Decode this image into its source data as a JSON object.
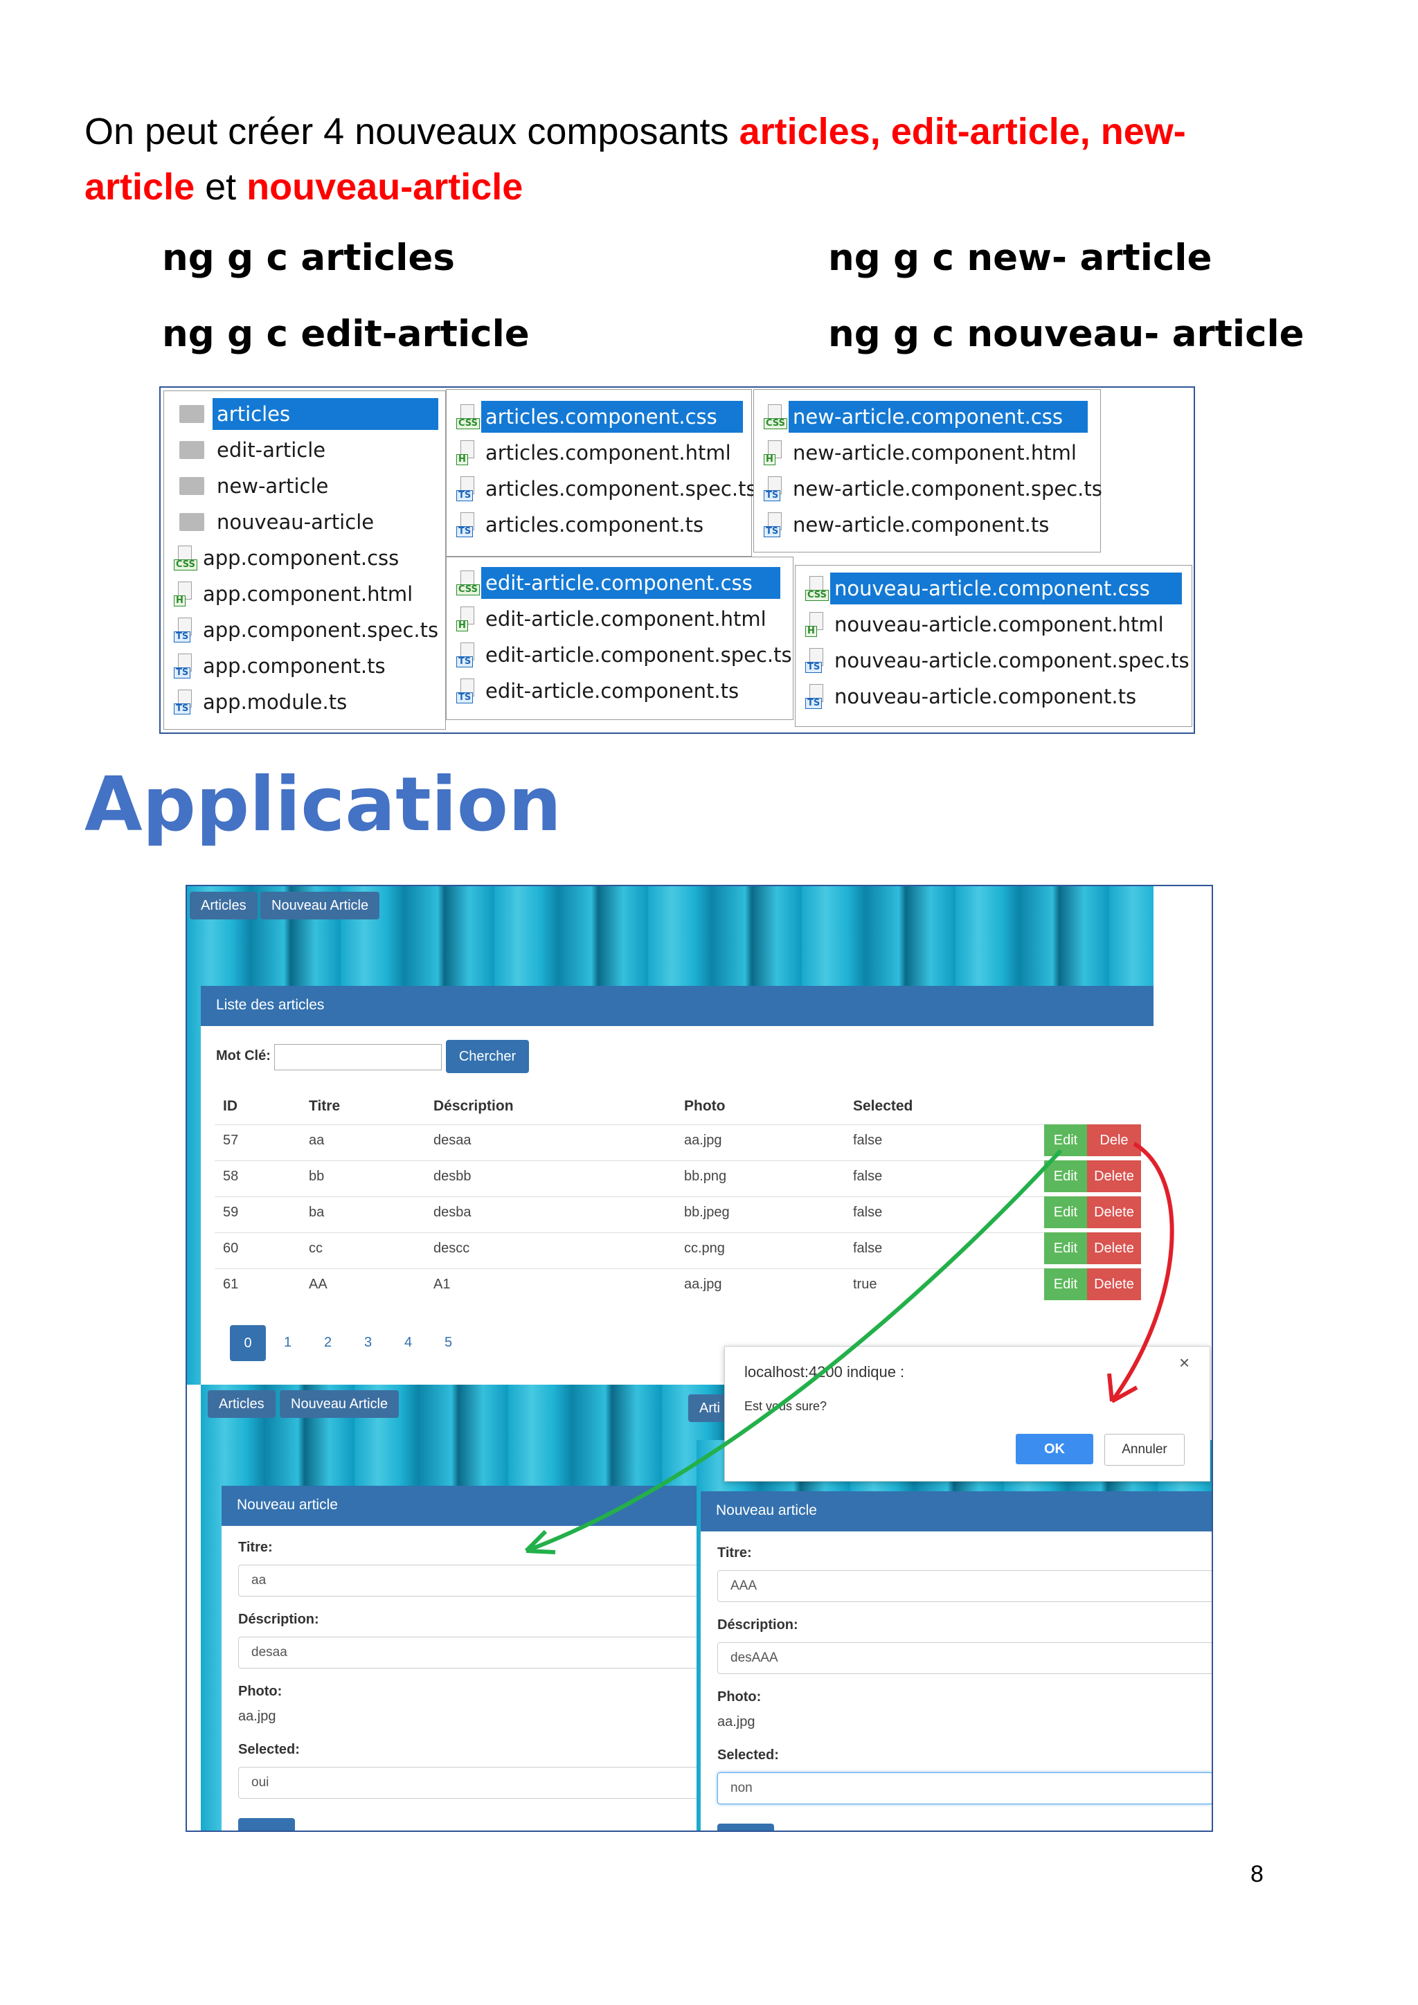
{
  "intro": {
    "part1": "On peut créer 4 nouveaux composants ",
    "names": "articles, edit-article, new-article",
    "part2": " et ",
    "last": "nouveau-article"
  },
  "commands": [
    "ng g c articles",
    "ng g c new- article",
    "ng g c edit-article",
    "ng g c nouveau- article"
  ],
  "tree": {
    "root": [
      "articles",
      "edit-article",
      "new-article",
      "nouveau-article",
      "app.component.css",
      "app.component.html",
      "app.component.spec.ts",
      "app.component.ts",
      "app.module.ts"
    ],
    "articles": [
      "articles.component.css",
      "articles.component.html",
      "articles.component.spec.ts",
      "articles.component.ts"
    ],
    "new_article": [
      "new-article.component.css",
      "new-article.component.html",
      "new-article.component.spec.ts",
      "new-article.component.ts"
    ],
    "edit_article": [
      "edit-article.component.css",
      "edit-article.component.html",
      "edit-article.component.spec.ts",
      "edit-article.component.ts"
    ],
    "nouveau_article": [
      "nouveau-article.component.css",
      "nouveau-article.component.html",
      "nouveau-article.component.spec.ts",
      "nouveau-article.component.ts"
    ],
    "badges": {
      "css": "CSS",
      "ts": "TS",
      "html": "H"
    }
  },
  "heading": "Application",
  "app": {
    "nav": [
      "Articles",
      "Nouveau Article"
    ],
    "panel_title": "Liste des articles",
    "search_label": "Mot Clé:",
    "search_value": "",
    "search_button": "Chercher",
    "columns": [
      "ID",
      "Titre",
      "Déscription",
      "Photo",
      "Selected"
    ],
    "rows": [
      [
        "57",
        "aa",
        "desaa",
        "aa.jpg",
        "false"
      ],
      [
        "58",
        "bb",
        "desbb",
        "bb.png",
        "false"
      ],
      [
        "59",
        "ba",
        "desba",
        "bb.jpeg",
        "false"
      ],
      [
        "60",
        "cc",
        "descc",
        "cc.png",
        "false"
      ],
      [
        "61",
        "AA",
        "A1",
        "aa.jpg",
        "true"
      ]
    ],
    "edit_label": "Edit",
    "delete_label": "Delete",
    "first_edit_label": "Edit",
    "first_delete_label": "Dele",
    "pages": [
      "0",
      "1",
      "2",
      "3",
      "4",
      "5"
    ],
    "dialog": {
      "title": "localhost:4200 indique :",
      "message": "Est vous sure?",
      "ok": "OK",
      "cancel": "Annuler",
      "close": "×"
    },
    "form_left": {
      "nav": [
        "Articles",
        "Nouveau Article"
      ],
      "title": "Nouveau article",
      "titre_label": "Titre:",
      "titre_value": "aa",
      "desc_label": "Déscription:",
      "desc_value": "desaa",
      "photo_label": "Photo:",
      "photo_value": "aa.jpg",
      "selected_label": "Selected:",
      "selected_value": "oui"
    },
    "form_right": {
      "nav_partial": "Arti",
      "title": "Nouveau article",
      "titre_label": "Titre:",
      "titre_value": "AAA",
      "desc_label": "Déscription:",
      "desc_value": "desAAA",
      "photo_label": "Photo:",
      "photo_value": "aa.jpg",
      "selected_label": "Selected:",
      "selected_value": "non"
    },
    "arrow_colors": {
      "green": "#23b04a",
      "red": "#e0202a"
    }
  },
  "page_number": "8"
}
